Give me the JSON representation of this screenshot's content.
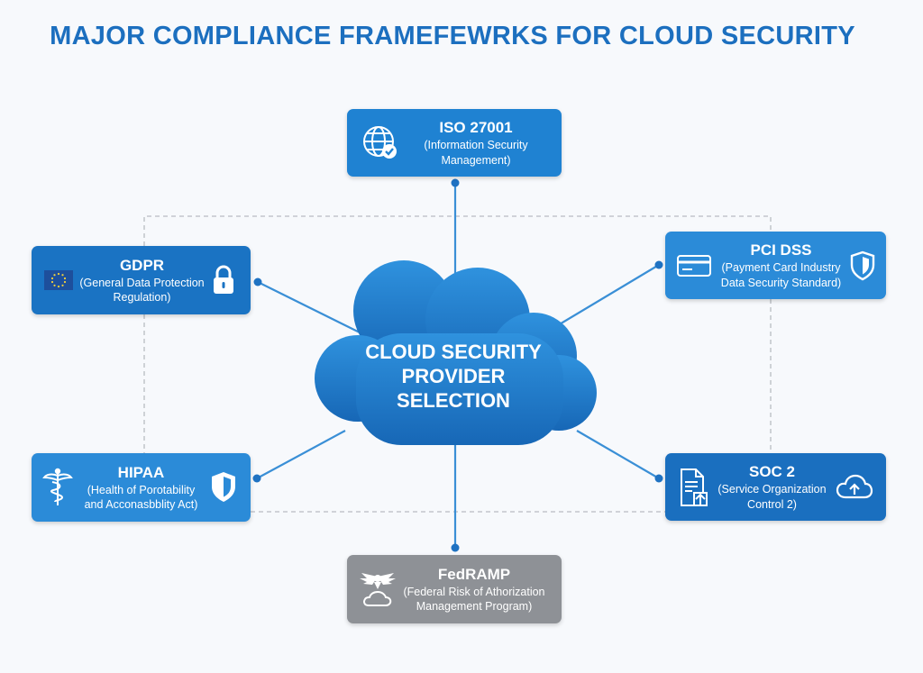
{
  "title": "MAJOR COMPLIANCE FRAMEFEWRKS FOR CLOUD SECURITY",
  "center": {
    "line1": "CLOUD SECURITY",
    "line2": "PROVIDER",
    "line3": "SELECTION"
  },
  "frameworks": {
    "iso": {
      "name": "ISO 27001",
      "desc1": "(Information Security",
      "desc2": "Management)",
      "icon": "globe-check-icon"
    },
    "gdpr": {
      "name": "GDPR",
      "desc1": "(General Data Protection",
      "desc2": "Regulation)",
      "icon": "lock-icon",
      "flag_icon": "eu-flag-icon"
    },
    "pci": {
      "name": "PCI DSS",
      "desc1": "(Payment Card Industry",
      "desc2": "Data Security Standard)",
      "icon": "shield-icon",
      "card_icon": "credit-card-icon"
    },
    "hipaa": {
      "name": "HIPAA",
      "desc1": "(Health of Porotability",
      "desc2": "and Acconasbblity Act)",
      "icon": "shield-check-icon",
      "caduceus_icon": "caduceus-icon"
    },
    "soc": {
      "name": "SOC 2",
      "desc1": "(Service Organization",
      "desc2": "Control 2)",
      "icon": "cloud-upload-icon",
      "doc_icon": "document-upload-icon"
    },
    "fed": {
      "name": "FedRAMP",
      "desc1": "(Federal Risk of Athorization",
      "desc2": "Management Program)",
      "icon": "eagle-cloud-icon"
    }
  },
  "colors": {
    "title": "#1c6fbf",
    "cloud": "#1f7fd0",
    "connector": "#3a8fd6",
    "dashed": "#b9bcc2",
    "fedramp": "#8e9196"
  }
}
